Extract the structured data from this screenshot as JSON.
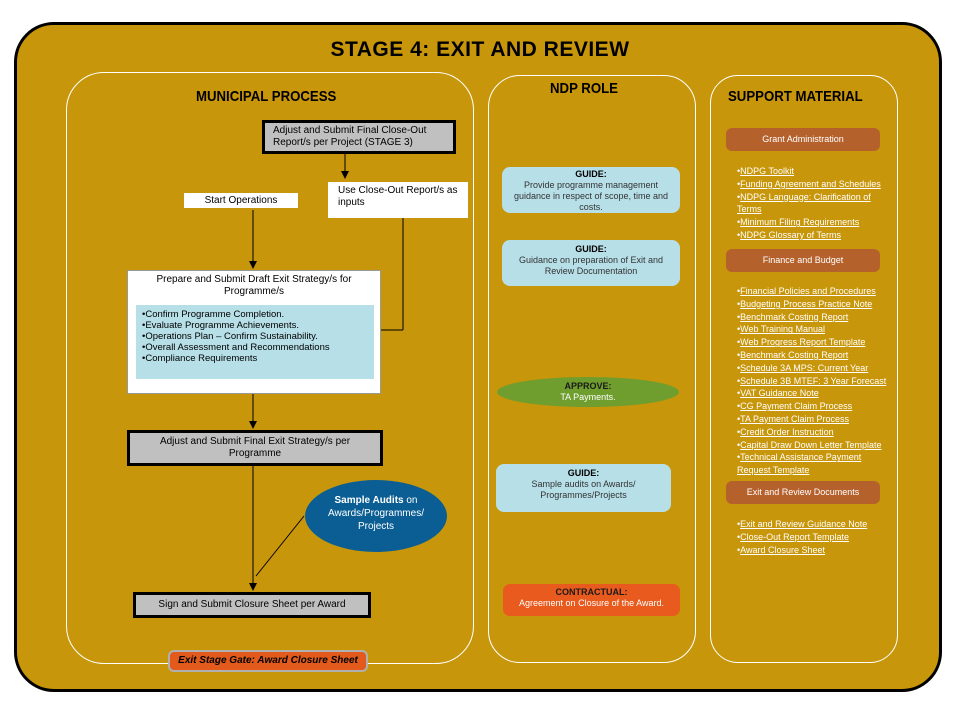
{
  "title": "STAGE 4:  EXIT AND REVIEW",
  "columns": {
    "municipal": "MUNICIPAL PROCESS",
    "ndp": "NDP ROLE",
    "support": "SUPPORT MATERIAL"
  },
  "municipal": {
    "final_closeout": "Adjust and Submit Final Close-Out Report/s per Project (STAGE 3)",
    "start_operations": "Start Operations",
    "use_closeout": "Use Close-Out Report/s as inputs",
    "draft_exit_title": "Prepare and Submit Draft Exit Strategy/s for Programme/s",
    "draft_exit_items": [
      "Confirm Programme Completion.",
      "Evaluate Programme Achievements.",
      "Operations Plan – Confirm Sustainability.",
      "Overall Assessment and Recommendations",
      "Compliance Requirements"
    ],
    "final_exit": "Adjust and Submit Final Exit Strategy/s per Programme",
    "sample_audits_bold": "Sample Audits",
    "sample_audits_rest": " on Awards/Programmes/ Projects",
    "closure_sheet": "Sign and Submit Closure Sheet per Award",
    "gate": "Exit Stage Gate:  Award Closure Sheet"
  },
  "ndp": {
    "guide1_label": "GUIDE:",
    "guide1_text": "Provide programme management guidance in respect of scope, time and costs.",
    "guide2_label": "GUIDE:",
    "guide2_text": "Guidance on preparation of Exit and Review Documentation",
    "approve_label": "APPROVE:",
    "approve_text": "TA Payments.",
    "guide3_label": "GUIDE:",
    "guide3_text": "Sample audits on Awards/ Programmes/Projects",
    "contract_label": "CONTRACTUAL:",
    "contract_text": "Agreement on Closure of the Award."
  },
  "support": {
    "grant_admin": {
      "label": "Grant Administration",
      "links": [
        "NDPG Toolkit",
        "Funding Agreement and Schedules",
        "NDPG Language:  Clarification of Terms",
        "Minimum Filing Requirements",
        "NDPG Glossary of Terms"
      ]
    },
    "finance": {
      "label": "Finance and Budget",
      "links": [
        "Financial Policies and Procedures",
        "Budgeting Process Practice Note",
        "Benchmark Costing Report",
        "Web Training Manual",
        "Web Progress Report Template",
        "Benchmark Costing Report",
        "Schedule 3A MPS:  Current Year",
        "Schedule 3B MTEF:  3 Year Forecast",
        "VAT Guidance Note",
        "CG Payment Claim Process",
        "TA Payment Claim Process",
        "Credit Order Instruction",
        "Capital Draw Down Letter Template",
        "Technical Assistance Payment Request Template"
      ]
    },
    "exit_review": {
      "label": "Exit and Review Documents",
      "links": [
        "Exit and Review Guidance Note",
        "Close-Out Report Template",
        "Award Closure Sheet"
      ]
    }
  },
  "colors": {
    "background": "#c8960a",
    "guide_box": "#b7dfe8",
    "approve": "#6f9e2e",
    "contractual": "#e85a1e",
    "oval": "#0b5e94",
    "pill": "#b4612c"
  }
}
